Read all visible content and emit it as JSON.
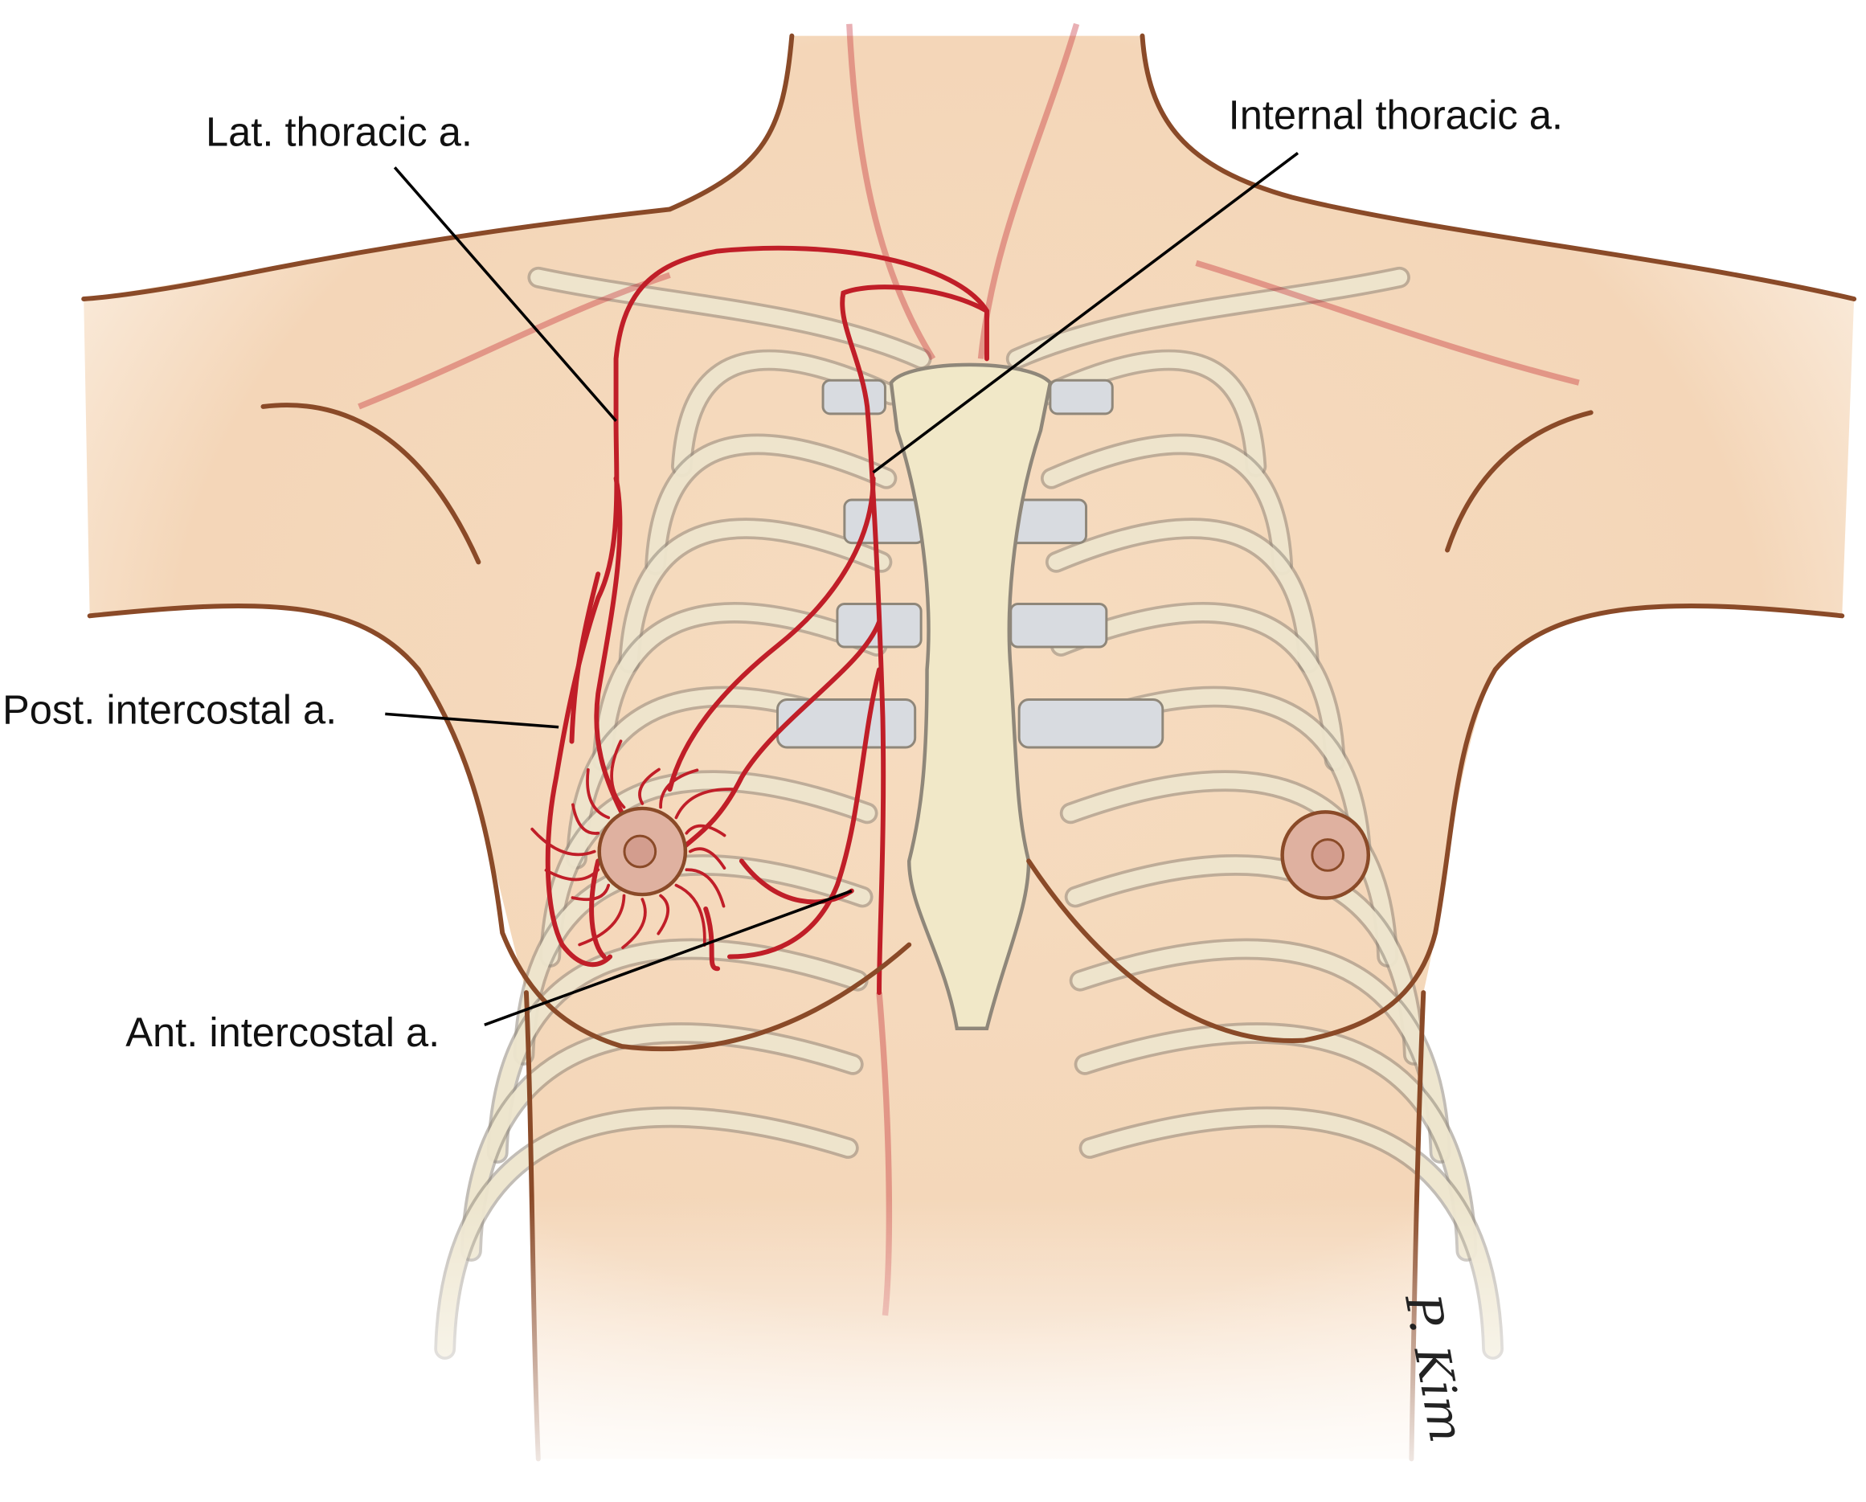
{
  "figure": {
    "labels": {
      "lat_thoracic": "Lat. thoracic a.",
      "internal_thoracic": "Internal thoracic a.",
      "post_intercostal": "Post. intercostal a.",
      "ant_intercostal": "Ant. intercostal a."
    },
    "signature": "P. Kim"
  },
  "colors": {
    "skin": "#f6dcc0",
    "outline": "#8a4a28",
    "artery": "#c01e28",
    "bone": "#f3ead2",
    "cartilage": "#d8dbe0"
  }
}
